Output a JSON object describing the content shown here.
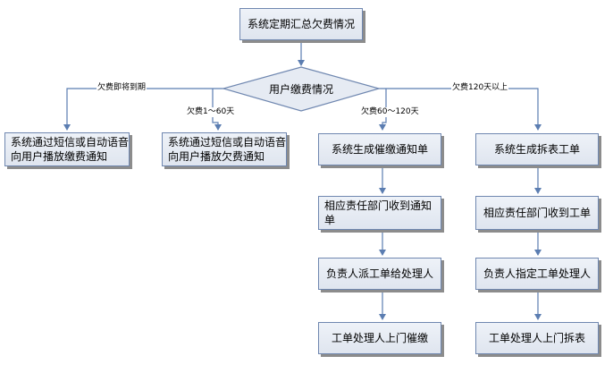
{
  "diagram": {
    "start": "系统定期汇总欠费情况",
    "decision": "用户缴费情况",
    "branches": [
      {
        "condition": "欠费即将到期",
        "action": "系统通过短信或自动语音向用户播放缴费通知"
      },
      {
        "condition": "欠费1～60天",
        "action": "系统通过短信或自动语音向用户播放欠费通知"
      },
      {
        "condition": "欠费60～120天",
        "steps": [
          "系统生成催缴通知单",
          "相应责任部门收到通知单",
          "负责人派工单给处理人",
          "工单处理人上门催缴"
        ]
      },
      {
        "condition": "欠费120天以上",
        "steps": [
          "系统生成拆表工单",
          "相应责任部门收到工单",
          "负责人指定工单处理人",
          "工单处理人上门拆表"
        ]
      }
    ],
    "colors": {
      "line": "#5b7db1",
      "box_border": "#6f87b0",
      "box_fill": "#e6ebf3",
      "shadow": "#8c8c8c"
    }
  }
}
